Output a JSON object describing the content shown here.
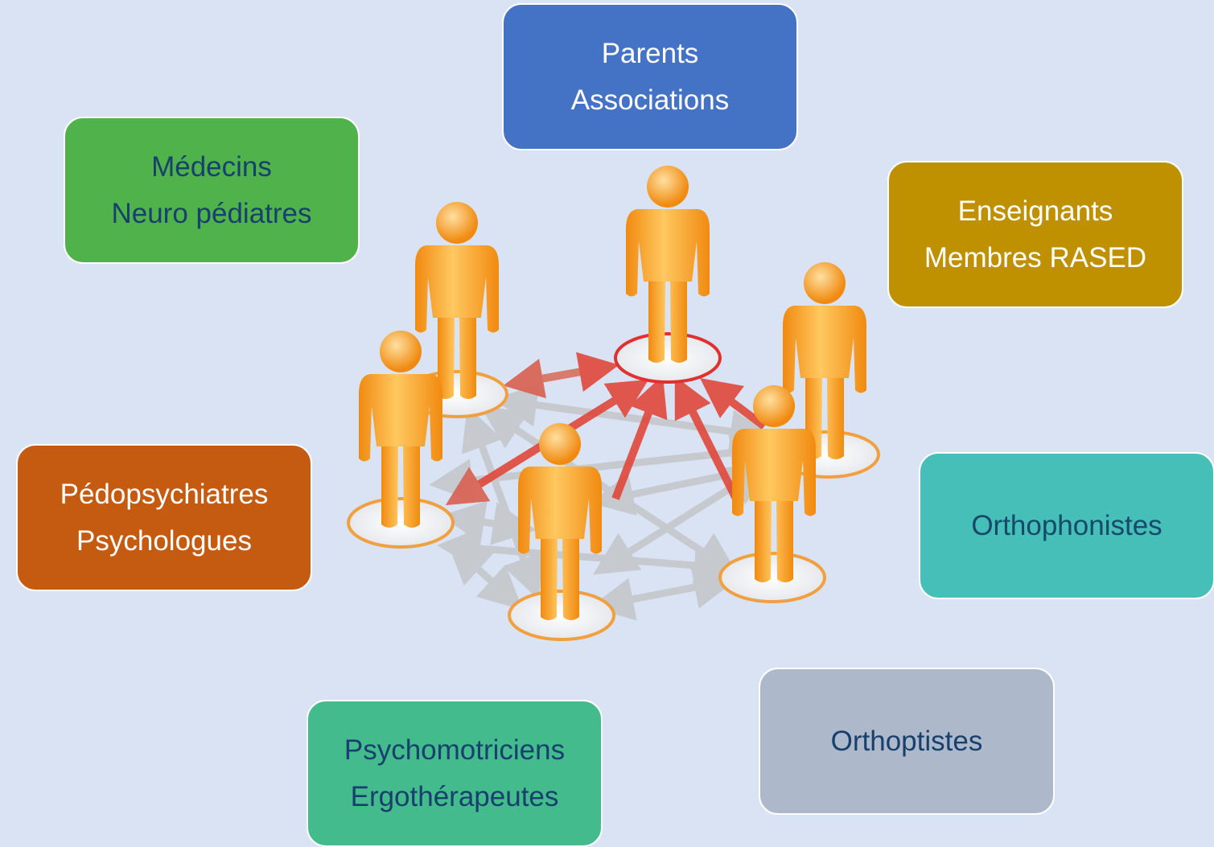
{
  "boxes": {
    "parents": {
      "lines": [
        "Parents",
        "Associations"
      ],
      "fill": "#4472c4",
      "text_color": "#ffffff"
    },
    "medecins": {
      "lines": [
        "Médecins",
        "Neuro pédiatres"
      ],
      "fill": "#4fb24a",
      "text_color": "#17406d"
    },
    "enseignants": {
      "lines": [
        "Enseignants",
        "Membres RASED"
      ],
      "fill": "#bf9000",
      "text_color": "#ffffff"
    },
    "pedopsy": {
      "lines": [
        "Pédopsychiatres",
        "Psychologues"
      ],
      "fill": "#c55a11",
      "text_color": "#ffffff"
    },
    "orthophonistes": {
      "lines": [
        "Orthophonistes"
      ],
      "fill": "#45bfb8",
      "text_color": "#17496b"
    },
    "orthoptistes": {
      "lines": [
        "Orthoptistes"
      ],
      "fill": "#adb9ca",
      "text_color": "#17406d"
    },
    "psychomot": {
      "lines": [
        "Psychomotriciens",
        "Ergothérapeutes"
      ],
      "fill": "#43bb8c",
      "text_color": "#17406d"
    }
  },
  "colors": {
    "background": "#dae3f3",
    "figure": "#f5a323",
    "ring": "#f0a040",
    "center_ring": "#e03030",
    "red_arrow": "#e0473a",
    "gray_arrow": "#c4c8cc"
  },
  "icons": [
    "person-icon"
  ]
}
